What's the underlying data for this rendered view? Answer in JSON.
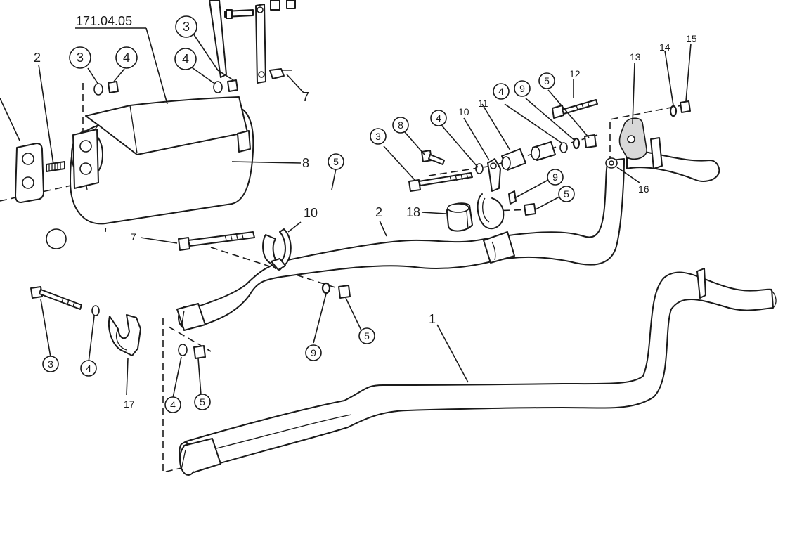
{
  "drawing_number": "171.04.05",
  "colors": {
    "line": "#1a1a1a",
    "background": "#ffffff"
  },
  "callouts": [
    {
      "id": "c-2-left",
      "text": "2",
      "circled": false
    },
    {
      "id": "c-3-top",
      "text": "3",
      "circled": true
    },
    {
      "id": "c-4-top",
      "text": "4",
      "circled": true
    },
    {
      "id": "c-3-upper",
      "text": "3",
      "circled": true
    },
    {
      "id": "c-4-upper",
      "text": "4",
      "circled": true
    },
    {
      "id": "c-7-top",
      "text": "7",
      "circled": false
    },
    {
      "id": "c-8-silencer",
      "text": "8",
      "circled": false
    },
    {
      "id": "c-5-mid",
      "text": "5",
      "circled": true
    },
    {
      "id": "c-10-mid",
      "text": "10",
      "circled": false
    },
    {
      "id": "c-2-pipe",
      "text": "2",
      "circled": false
    },
    {
      "id": "c-18",
      "text": "18",
      "circled": false
    },
    {
      "id": "c-3-right",
      "text": "3",
      "circled": true
    },
    {
      "id": "c-8-right",
      "text": "8",
      "circled": true
    },
    {
      "id": "c-4-right",
      "text": "4",
      "circled": true
    },
    {
      "id": "c-10-right",
      "text": "10",
      "circled": false
    },
    {
      "id": "c-11",
      "text": "11",
      "circled": false
    },
    {
      "id": "c-4-right2",
      "text": "4",
      "circled": true
    },
    {
      "id": "c-9-right",
      "text": "9",
      "circled": true
    },
    {
      "id": "c-5-right",
      "text": "5",
      "circled": true
    },
    {
      "id": "c-12",
      "text": "12",
      "circled": false
    },
    {
      "id": "c-13",
      "text": "13",
      "circled": false
    },
    {
      "id": "c-14",
      "text": "14",
      "circled": false
    },
    {
      "id": "c-15",
      "text": "15",
      "circled": false
    },
    {
      "id": "c-16",
      "text": "16",
      "circled": false
    },
    {
      "id": "c-9-clamp",
      "text": "9",
      "circled": true
    },
    {
      "id": "c-5-clamp",
      "text": "5",
      "circled": true
    },
    {
      "id": "c-7-bolt",
      "text": "7",
      "circled": false
    },
    {
      "id": "c-3-bottom",
      "text": "3",
      "circled": true
    },
    {
      "id": "c-4-bottom",
      "text": "4",
      "circled": true
    },
    {
      "id": "c-17",
      "text": "17",
      "circled": false
    },
    {
      "id": "c-4-bottom2",
      "text": "4",
      "circled": true
    },
    {
      "id": "c-5-bottom",
      "text": "5",
      "circled": true
    },
    {
      "id": "c-9-bottom",
      "text": "9",
      "circled": true
    },
    {
      "id": "c-5-bottom2",
      "text": "5",
      "circled": true
    },
    {
      "id": "c-1-pipe",
      "text": "1",
      "circled": false
    }
  ]
}
